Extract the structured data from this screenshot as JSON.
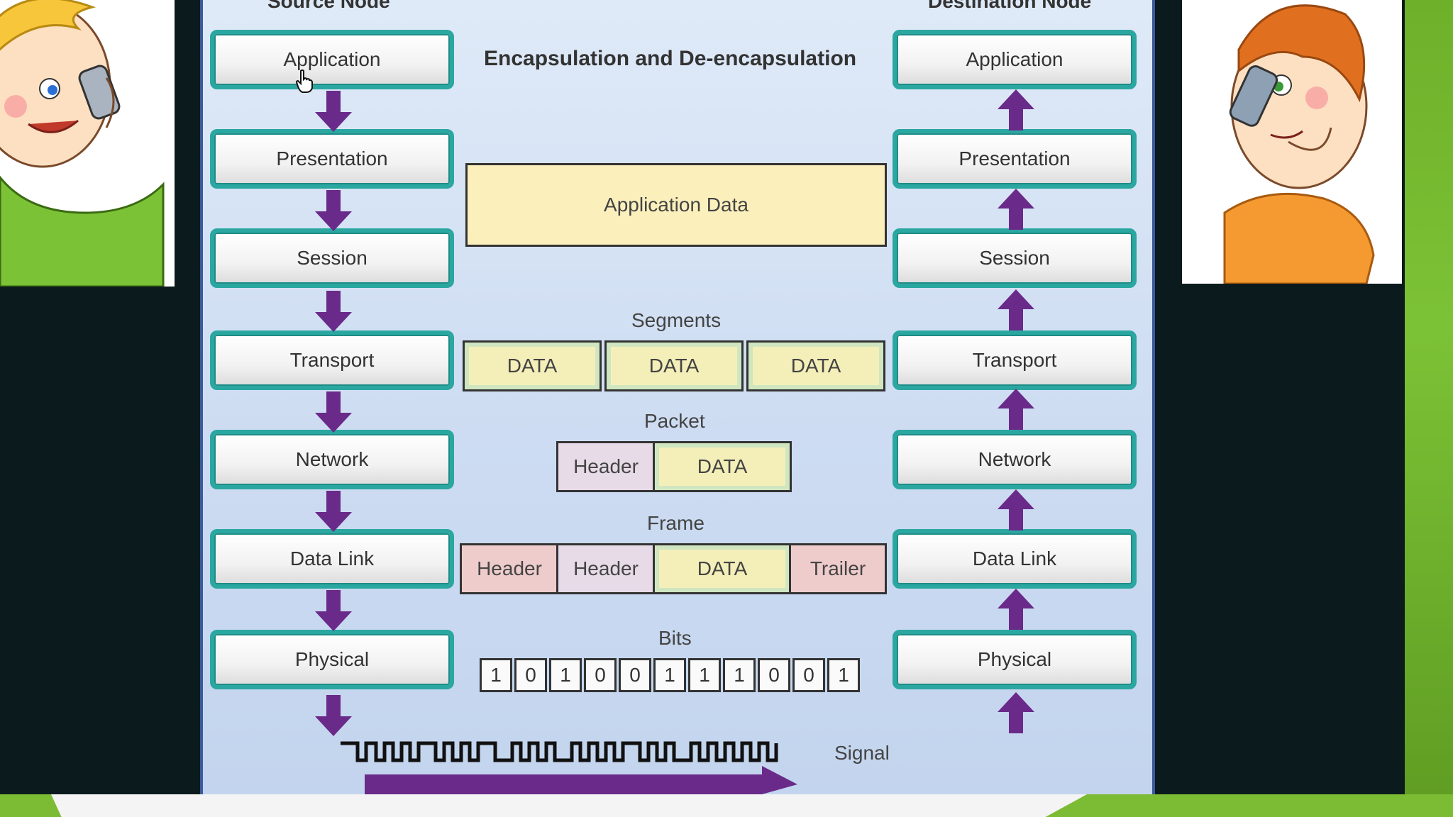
{
  "title": "Encapsulation and De-encapsulation",
  "source_label": "Source Node",
  "destination_label": "Destination Node",
  "layers": [
    "Application",
    "Presentation",
    "Session",
    "Transport",
    "Network",
    "Data Link",
    "Physical"
  ],
  "application_data": "Application Data",
  "segments": {
    "label": "Segments",
    "cells": [
      "DATA",
      "DATA",
      "DATA"
    ]
  },
  "packet": {
    "label": "Packet",
    "header": "Header",
    "data": "DATA"
  },
  "frame": {
    "label": "Frame",
    "header1": "Header",
    "header2": "Header",
    "data": "DATA",
    "trailer": "Trailer"
  },
  "bits": {
    "label": "Bits",
    "values": [
      "1",
      "0",
      "1",
      "0",
      "0",
      "1",
      "1",
      "1",
      "0",
      "0",
      "1"
    ]
  },
  "signal_label": "Signal",
  "colors": {
    "layer_border": "#2aa7a0",
    "arrow": "#6a2a8a",
    "panel": "#dfeaf8"
  }
}
